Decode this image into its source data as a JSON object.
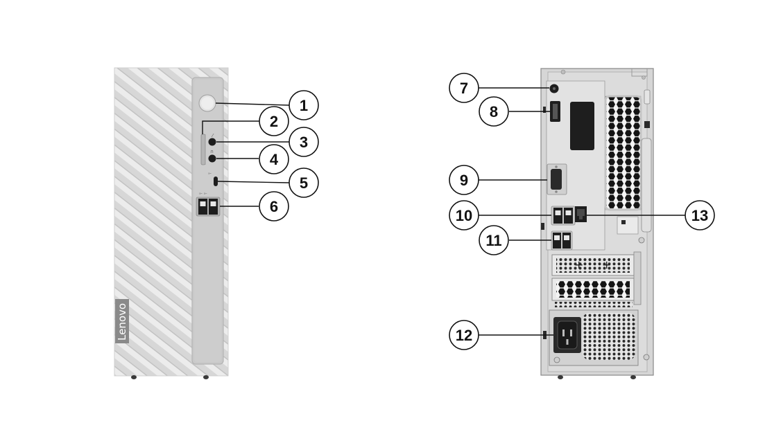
{
  "brand": {
    "logo_text": "Lenovo"
  },
  "colors": {
    "background": "#ffffff",
    "front_panel": "#d9d9d9",
    "front_stripe": "#e9e9e9",
    "io_panel": "#c7c7c7",
    "rear_chassis": "#d5d5d5",
    "port_dark": "#1e1e1e",
    "callout_stroke": "#111111",
    "logo_badge": "#8a8a8a"
  },
  "callouts": [
    {
      "number": "1",
      "view": "front",
      "icon": "power-button"
    },
    {
      "number": "2",
      "view": "front",
      "icon": "card-reader-slot"
    },
    {
      "number": "3",
      "view": "front",
      "icon": "microphone-jack"
    },
    {
      "number": "4",
      "view": "front",
      "icon": "headphone-jack"
    },
    {
      "number": "5",
      "view": "front",
      "icon": "usb-c-port"
    },
    {
      "number": "6",
      "view": "front",
      "icon": "usb-a-ports"
    },
    {
      "number": "7",
      "view": "rear",
      "icon": "dc-power-jack"
    },
    {
      "number": "8",
      "view": "rear",
      "icon": "hdmi-port"
    },
    {
      "number": "9",
      "view": "rear",
      "icon": "vga-port"
    },
    {
      "number": "10",
      "view": "rear",
      "icon": "usb-a-ports"
    },
    {
      "number": "11",
      "view": "rear",
      "icon": "usb-a-ports"
    },
    {
      "number": "12",
      "view": "rear",
      "icon": "ac-power-connector"
    },
    {
      "number": "13",
      "view": "rear",
      "icon": "ethernet-port"
    }
  ]
}
